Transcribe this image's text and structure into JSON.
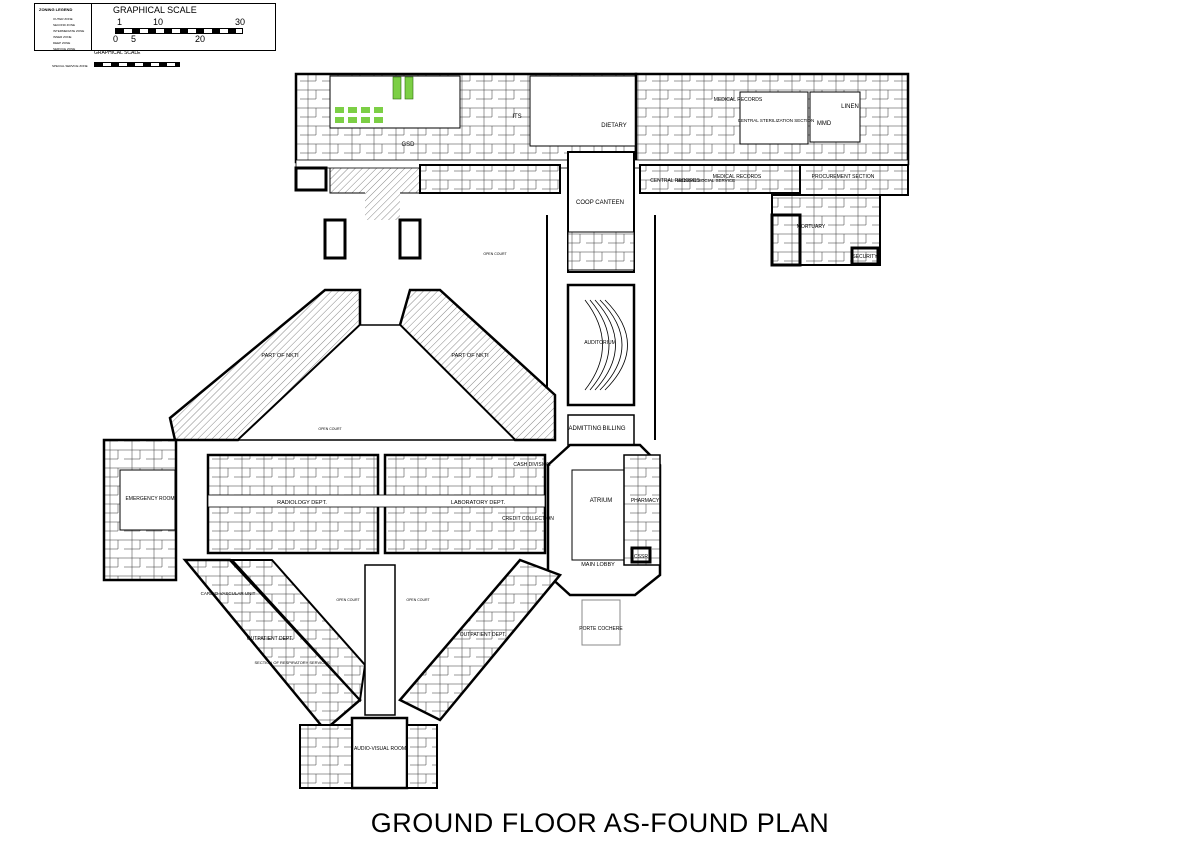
{
  "legend": {
    "title": "ZONING LEGEND",
    "items": [
      "OUTER ZONE",
      "SECOND ZONE",
      "INTERMEDIATE ZONE",
      "INNER ZONE",
      "DEEP ZONE",
      "SERVICE ZONE",
      "SPECIAL SERVICE ZONE"
    ]
  },
  "scale_main": {
    "title": "GRAPHICAL SCALE",
    "top_ticks": [
      "1",
      "10",
      "30"
    ],
    "bottom_ticks": [
      "0",
      "5",
      "20"
    ]
  },
  "scale_small": {
    "title": "GRAPHICAL SCALE"
  },
  "title": "GROUND FLOOR AS-FOUND PLAN",
  "rooms": {
    "dietary": "DIETARY",
    "gsd": "GSD",
    "its": "ITS",
    "medical_records_top": "MEDICAL RECORDS",
    "central_sterilization": "CENTRAL STERILIZATION SECTION",
    "linen": "LINEN",
    "mmd": "MMD",
    "coop_canteen": "COOP CANTEEN",
    "central_records": "CENTRAL RECORDS",
    "medical_social_service": "MEDICAL SOCIAL SERVICE",
    "medical_records": "MEDICAL RECORDS",
    "procurement": "PROCUREMENT SECTION",
    "mortuary": "MORTUARY",
    "security": "SECURITY",
    "open_court_top": "OPEN COURT",
    "part_nkti_left": "PART OF NKTI",
    "part_nkti_right": "PART OF NKTI",
    "open_court_center": "OPEN COURT",
    "auditorium": "AUDITORIUM",
    "admitting": "ADMITTING",
    "billing": "BILLING",
    "cash_division": "CASH DIVISION",
    "emergency_room": "EMERGENCY ROOM",
    "radiology_dept": "RADIOLOGY DEPT.",
    "laboratory_dept": "LABORATORY DEPT.",
    "credit_collection": "CREDIT COLLECTION",
    "atrium": "ATRIUM",
    "pharmacy": "PHARMACY",
    "cssr": "CSSR",
    "main_lobby": "MAIN LOBBY",
    "porte_cochere": "PORTE COCHERE",
    "cardiovascular_unit": "CARDIO-VASCULAR UNIT",
    "outpatient_dept_left": "OUTPATIENT DEPT.",
    "respiratory_services": "SECTION OF RESPIRATORY SERVICES",
    "outpatient_dept_right": "OUTPATIENT DEPT.",
    "audio_visual_room": "AUDIO-VISUAL ROOM",
    "open_court_left": "OPEN COURT",
    "open_court_right": "OPEN COURT"
  }
}
